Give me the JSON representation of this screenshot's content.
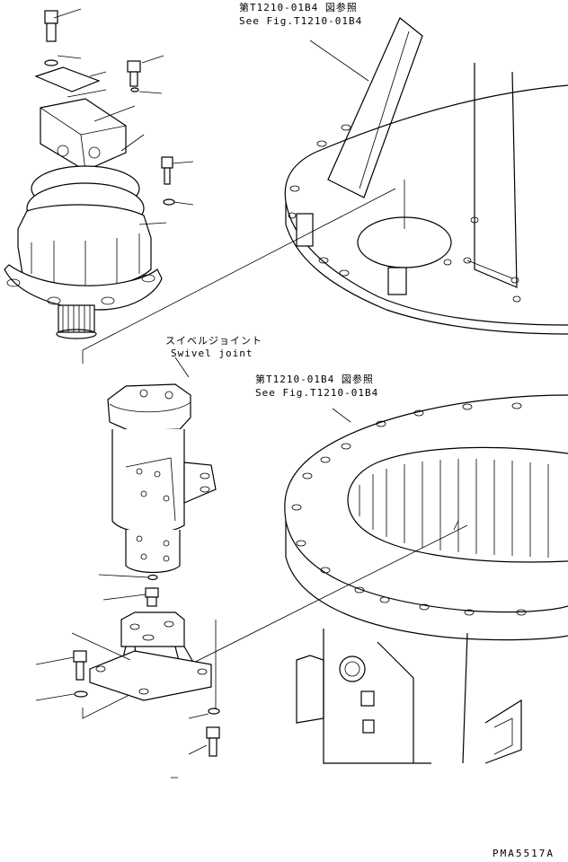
{
  "references": {
    "top_ja": "第T1210-01B4 図参照",
    "top_en": "See Fig.T1210-01B4",
    "mid_ja": "第T1210-01B4 図参照",
    "mid_en": "See Fig.T1210-01B4"
  },
  "swivel_joint": {
    "label_ja": "スイベルジョイント",
    "label_en": "Swivel joint"
  },
  "drawing_code": "PMA5517A"
}
